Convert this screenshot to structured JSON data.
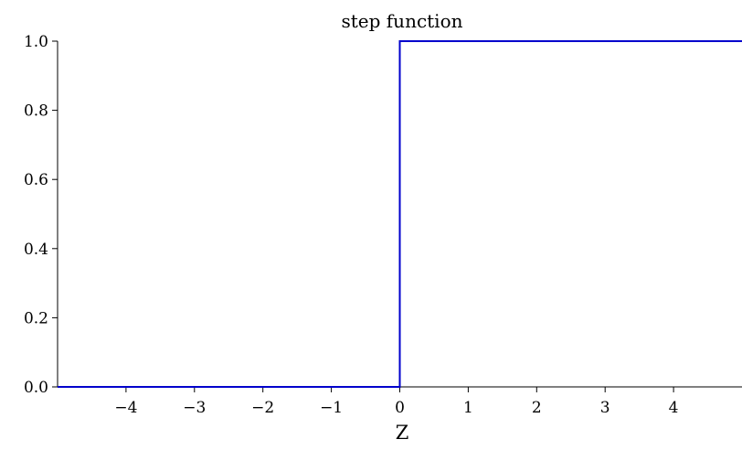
{
  "chart_data": {
    "type": "line",
    "title": "step function",
    "xlabel": "Z",
    "ylabel": "",
    "xlim": [
      -5,
      5
    ],
    "ylim": [
      0,
      1
    ],
    "x_ticks": [
      -4,
      -3,
      -2,
      -1,
      0,
      1,
      2,
      3,
      4
    ],
    "x_tick_labels": [
      "−4",
      "−3",
      "−2",
      "−1",
      "0",
      "1",
      "2",
      "3",
      "4"
    ],
    "y_ticks": [
      0,
      0.2,
      0.4,
      0.6,
      0.8,
      1
    ],
    "y_tick_labels": [
      "0.0",
      "0.2",
      "0.4",
      "0.6",
      "0.8",
      "1.0"
    ],
    "grid": false,
    "series": [
      {
        "color": "#0000cc",
        "x": [
          -5,
          0,
          0,
          5
        ],
        "y": [
          0,
          0,
          1,
          1
        ]
      }
    ]
  }
}
